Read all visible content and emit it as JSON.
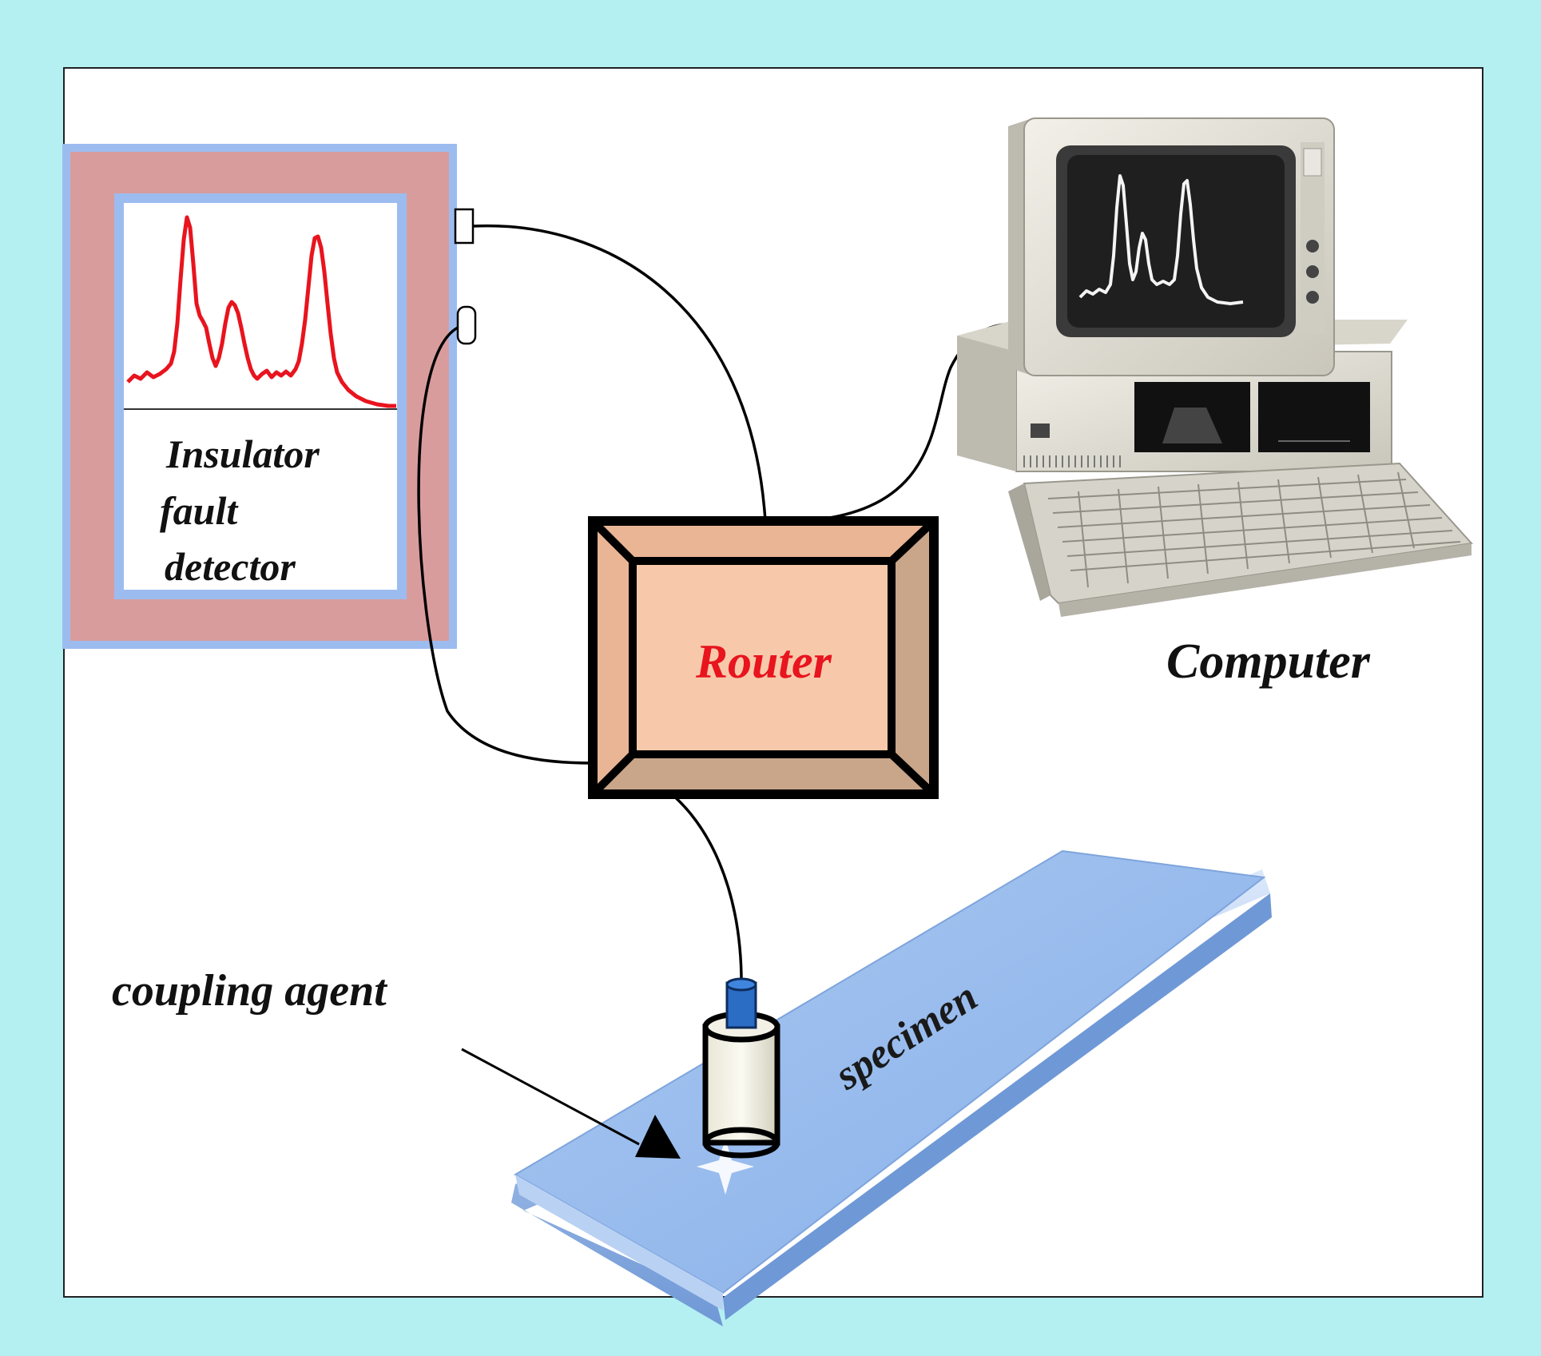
{
  "labels": {
    "detector": [
      "Insulator",
      "fault",
      "detector"
    ],
    "router": "Router",
    "computer": "Computer",
    "coupling_agent": "coupling agent",
    "specimen": "specimen"
  },
  "colors": {
    "outer_frame": "#b4f0f2",
    "detector_border": "#d99c9c",
    "detector_trim": "#9cbcf0",
    "signal_red": "#e8141e",
    "router_fill": "#f7c9aa",
    "router_bevel": "#c9a58a",
    "router_text": "#e8141e",
    "specimen": "#8fb7ec",
    "cable": "#000000"
  },
  "icons": {
    "computer": "retro-pc-icon",
    "probe": "ultrasonic-probe-icon"
  }
}
